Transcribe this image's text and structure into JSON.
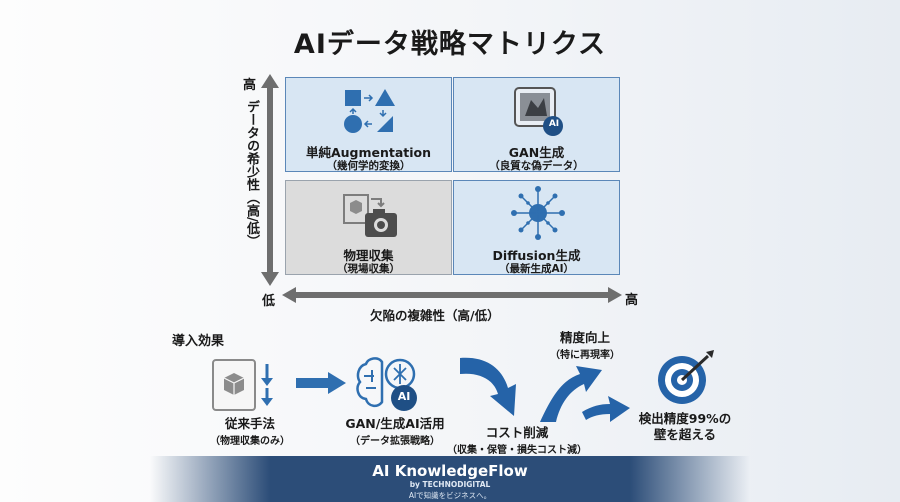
{
  "title": "AIデータ戦略マトリクス",
  "y_axis": {
    "label": "データの希少性（高/低）",
    "high": "高",
    "low": "低"
  },
  "x_axis": {
    "label": "欠陥の複雑性（高/低）",
    "low": "低",
    "high": "高"
  },
  "quadrants": {
    "top_left": {
      "title": "単純Augmentation",
      "subtitle": "（幾何学的変換）"
    },
    "top_right": {
      "title": "GAN生成",
      "subtitle": "（良質な偽データ）",
      "badge": "AI"
    },
    "bottom_left": {
      "title": "物理収集",
      "subtitle": "（現場収集）"
    },
    "bottom_right": {
      "title": "Diffusion生成",
      "subtitle": "（最新生成AI）"
    }
  },
  "flow": {
    "heading": "導入効果",
    "step1": {
      "title": "従来手法",
      "subtitle": "（物理収集のみ）"
    },
    "step2": {
      "title": "GAN/生成AI活用",
      "subtitle": "（データ拡張戦略）",
      "badge": "AI"
    },
    "step3": {
      "title": "コスト削減",
      "subtitle": "（収集・保管・損失コスト減）"
    },
    "step4": {
      "title": "精度向上",
      "subtitle": "（特に再現率）"
    },
    "step5": {
      "title_line1": "検出精度99%の",
      "title_line2": "壁を超える"
    }
  },
  "footer": {
    "brand": "AI KnowledgeFlow",
    "by": "by TECHNODIGITAL",
    "tagline": "AIで知識をビジネスへ。"
  },
  "colors": {
    "accent": "#2f6fb0",
    "axis": "#6e6e6e",
    "quadrant_blue": "#d8e6f3",
    "quadrant_grey": "#dcdcdc",
    "footer": "#2c4d78"
  }
}
